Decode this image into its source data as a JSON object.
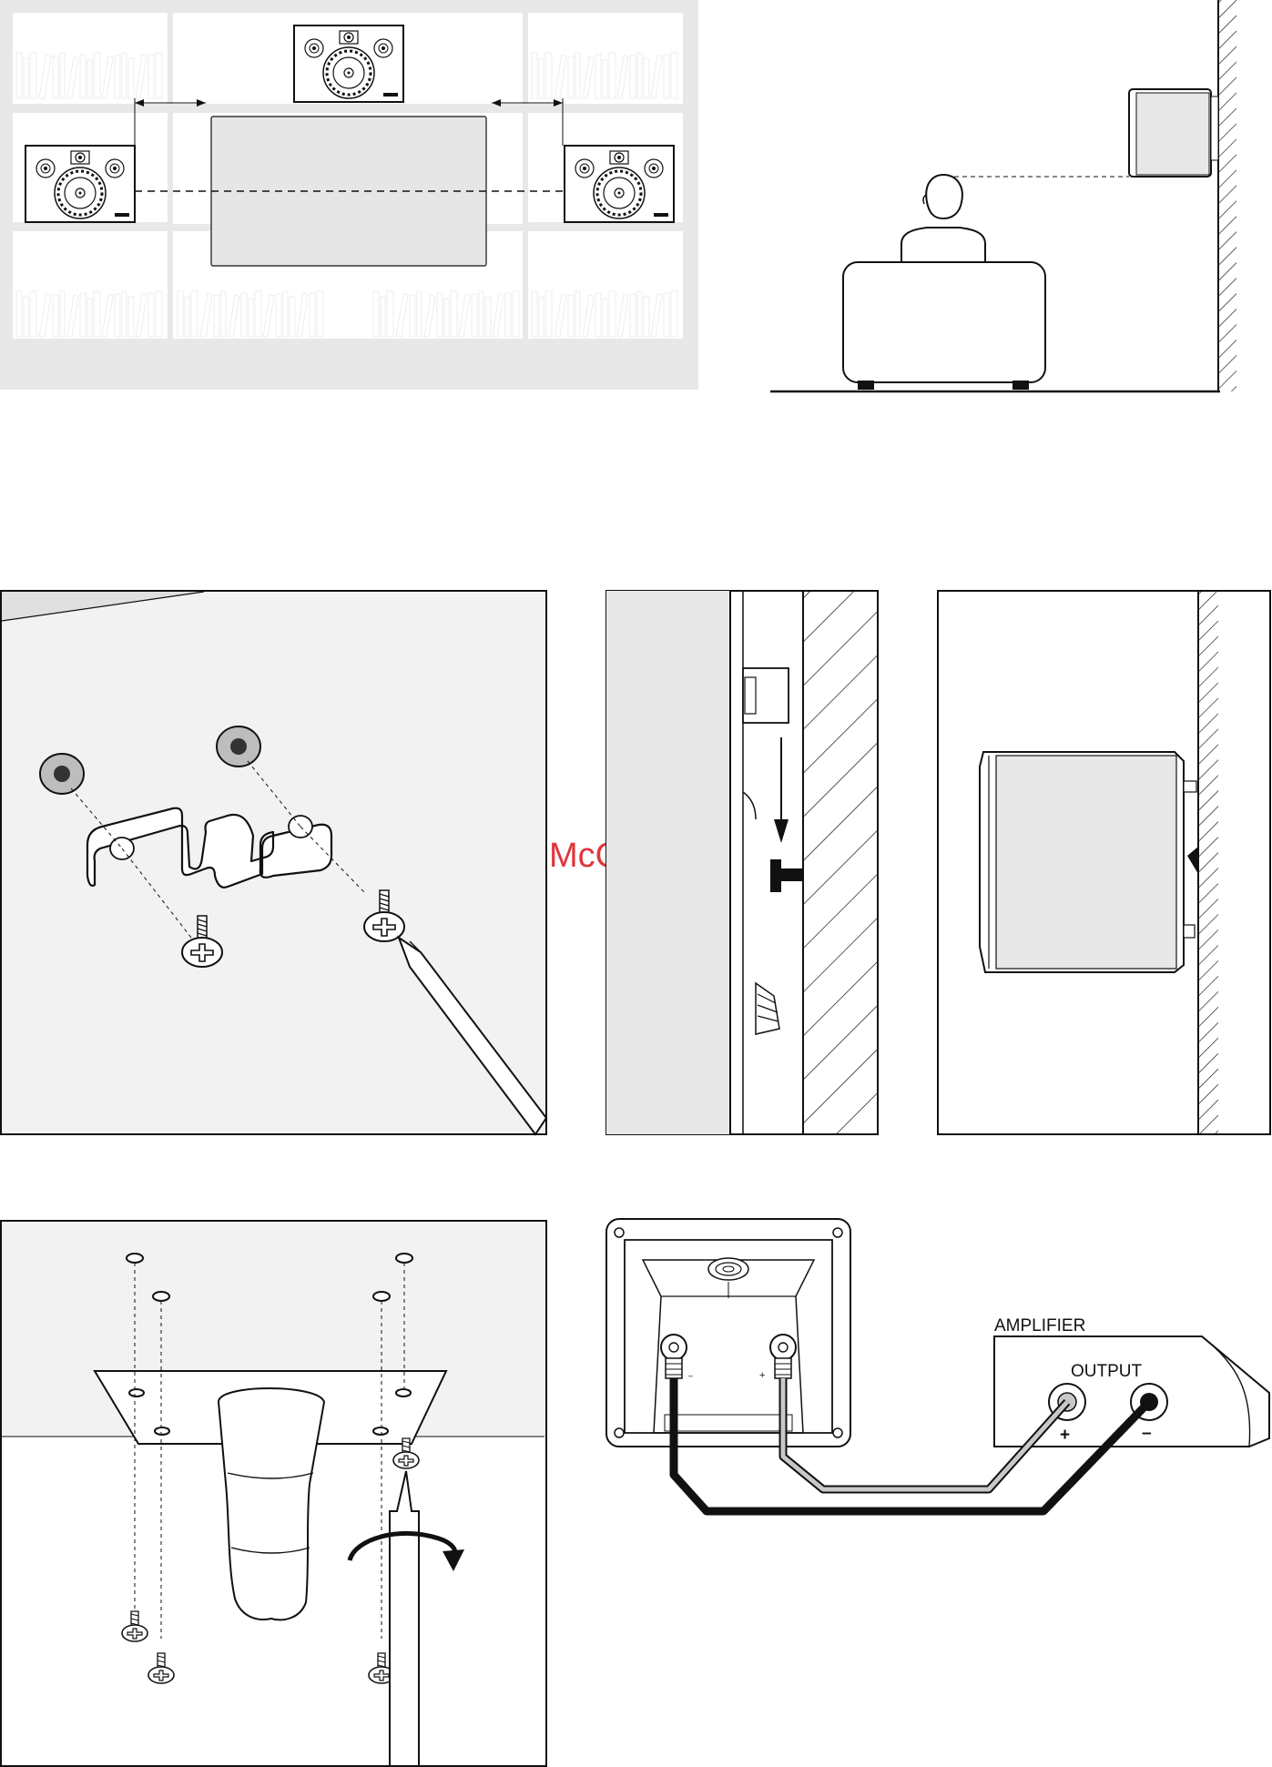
{
  "watermark": "McGrp.Ru",
  "amplifier": {
    "title": "AMPLIFIER",
    "output_label": "OUTPUT",
    "plus": "+",
    "minus": "–"
  },
  "speaker_terminals": {
    "plus": "+",
    "minus": "–"
  },
  "colors": {
    "wall_fill": "#e8e8e8",
    "panel_fill": "#f2f2f2",
    "screen_fill": "#e6e6e6",
    "positive_cable": "#c8c8c8",
    "negative_cable": "#111111",
    "watermark": "#e0242a"
  },
  "icons": [
    "speaker-icon",
    "screw-icon",
    "bracket-icon",
    "screwdriver-icon",
    "rotate-arrow-icon",
    "listener-icon",
    "sofa-icon",
    "binding-post-icon"
  ]
}
